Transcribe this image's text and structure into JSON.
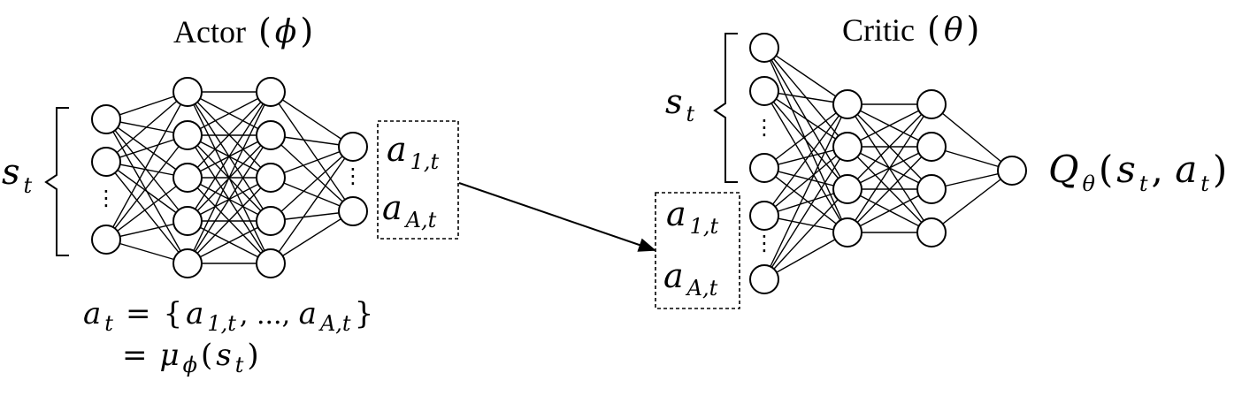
{
  "actor": {
    "title_word": "Actor",
    "param_symbol": "ϕ",
    "input_label": {
      "base": "s",
      "sub": "t"
    },
    "output_labels": [
      {
        "base": "a",
        "sub": "1,t"
      },
      {
        "base": "a",
        "sub": "A,t"
      }
    ],
    "equation_line1": {
      "lhs_base": "a",
      "lhs_sub": "t",
      "equals": "=",
      "open_brace": "{",
      "item1_base": "a",
      "item1_sub": "1,t",
      "separator": ", ..., ",
      "item2_base": "a",
      "item2_sub": "A,t",
      "close_brace": "}"
    },
    "equation_line2": {
      "equals": "=",
      "func": "μ",
      "func_sub": "ϕ",
      "open": "(",
      "arg_base": "s",
      "arg_sub": "t",
      "close": ")"
    },
    "ellipsis": "⋮"
  },
  "critic": {
    "title_word": "Critic",
    "param_symbol": "θ",
    "state_label": {
      "base": "s",
      "sub": "t"
    },
    "action_labels": [
      {
        "base": "a",
        "sub": "1,t"
      },
      {
        "base": "a",
        "sub": "A,t"
      }
    ],
    "output_label": {
      "func": "Q",
      "func_sub": "θ",
      "open": "(",
      "arg1_base": "s",
      "arg1_sub": "t",
      "comma": ", ",
      "arg2_base": "a",
      "arg2_sub": "t",
      "close": ")"
    },
    "ellipsis": "⋮"
  }
}
